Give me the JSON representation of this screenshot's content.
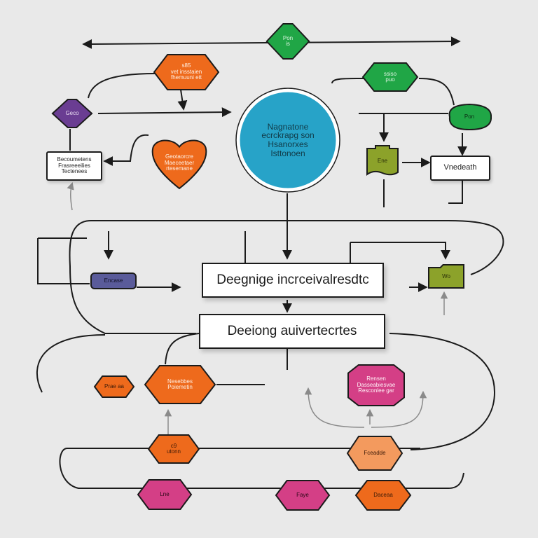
{
  "colors": {
    "green": "#20a646",
    "orange": "#ee6a1c",
    "purple": "#6a3d92",
    "teal": "#27a3c8",
    "olive": "#8ca22a",
    "magenta": "#d43f86",
    "salmon": "#f39a5e",
    "navy": "#5a5b9a",
    "line": "#1b1b1b",
    "background": "#e9e9e9"
  },
  "nodes": {
    "top_green": {
      "text": "Pon\nis",
      "shape": "diamond"
    },
    "top_orange": {
      "text": "s85\nvet insstaien\nfhemuuni ett",
      "shape": "hexagon"
    },
    "top_right_green": {
      "text": "ssiso\npuo",
      "shape": "hexagon"
    },
    "left_purple": {
      "text": "Geco",
      "shape": "diamond"
    },
    "center_circle": {
      "text": "Nagnatone\necrckrapg son\nHsanorxes\nIsttonoen",
      "shape": "circle"
    },
    "right_green": {
      "text": "Pon",
      "shape": "blob"
    },
    "left_box": {
      "text": "Becoumetens\nFrasreeeilies\nTectenees",
      "shape": "rect"
    },
    "heart": {
      "text": "Geotaorcre\nMaeceetaer\nrtesemane",
      "shape": "heart"
    },
    "olive_doc": {
      "text": "Ene",
      "shape": "document"
    },
    "right_box": {
      "text": "Vnedeath",
      "shape": "rect"
    },
    "purple_card": {
      "text": "Encase",
      "shape": "card"
    },
    "main_box_1": {
      "text": "Deegnige incrceivalresdtc",
      "shape": "rect"
    },
    "olive_folder": {
      "text": "Wo",
      "shape": "folder"
    },
    "main_box_2": {
      "text": "Deeiong auivertecrtes",
      "shape": "rect"
    },
    "small_orange": {
      "text": "Prae aa",
      "shape": "hexagon"
    },
    "orange_hex": {
      "text": "Nesebbes\nPoiemetin",
      "shape": "hexagon"
    },
    "pink_octagon": {
      "text": "Rensen\nDasseabiesvae\nResconlee gar",
      "shape": "octagon"
    },
    "orange_c9": {
      "text": "c9\nutonn",
      "shape": "hexagon"
    },
    "salmon_hex": {
      "text": "Fceadde",
      "shape": "hexagon"
    },
    "pink_bottom_1": {
      "text": "Lne",
      "shape": "hexagon"
    },
    "pink_bottom_2": {
      "text": "Faye",
      "shape": "hexagon"
    },
    "orange_bottom": {
      "text": "Daceaa",
      "shape": "hexagon"
    }
  }
}
